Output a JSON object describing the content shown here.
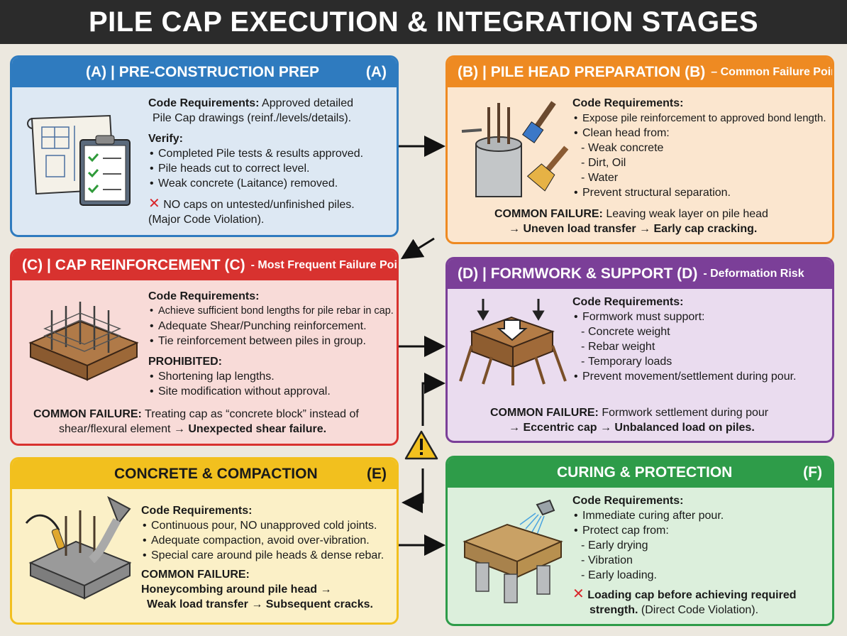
{
  "title": "PILE CAP EXECUTION & INTEGRATION STAGES",
  "colors": {
    "a": "#2f7bbf",
    "b": "#ee8a22",
    "c": "#d8322f",
    "d": "#7b3f98",
    "e": "#f2c01e",
    "f": "#2e9c49"
  },
  "panels": {
    "a": {
      "header_left": "(A) | PRE-CONSTRUCTION PREP",
      "header_right": "(A)",
      "code_label": "Code Requirements:",
      "code_text_1": "Approved detailed",
      "code_text_2": "Pile Cap drawings (reinf./levels/details).",
      "verify_label": "Verify:",
      "verify_items": [
        "Completed Pile tests & results approved.",
        "Pile heads cut to correct level.",
        "Weak concrete (Laitance) removed."
      ],
      "violation_1": "NO caps on untested/unfinished piles.",
      "violation_2": "(Major Code Violation)."
    },
    "b": {
      "header_left": "(B) | PILE HEAD PREPARATION (B)",
      "header_sub": "– Common Failure Point",
      "code_label": "Code Requirements:",
      "items": [
        "Expose pile reinforcement to approved bond length.",
        "Clean head from:"
      ],
      "sub_items": [
        "Weak concrete",
        "Dirt, Oil",
        "Water"
      ],
      "item_last": "Prevent structural separation.",
      "failure_label": "COMMON FAILURE:",
      "failure_text": "Leaving weak layer on pile head",
      "failure_chain": "→ Uneven load transfer → Early cap cracking."
    },
    "c": {
      "header_left": "(C) | CAP REINFORCEMENT (C)",
      "header_sub": "- Most Frequent Failure Point",
      "code_label": "Code Requirements:",
      "items": [
        "Achieve sufficient bond lengths for pile rebar in cap.",
        "Adequate Shear/Punching reinforcement.",
        "Tie reinforcement between piles in group."
      ],
      "prohibited_label": "PROHIBITED:",
      "prohibited_items": [
        "Shortening lap lengths.",
        "Site modification without approval."
      ],
      "failure_label": "COMMON FAILURE:",
      "failure_text": "Treating cap as “concrete block” instead of",
      "failure_text2": "shear/flexural element",
      "failure_chain": "→ Unexpected shear failure."
    },
    "d": {
      "header_left": "(D) | FORMWORK & SUPPORT (D)",
      "header_sub": "- Deformation Risk",
      "code_label": "Code Requirements:",
      "item_first": "Formwork must support:",
      "sub_items": [
        "Concrete weight",
        "Rebar weight",
        "Temporary loads"
      ],
      "item_last": "Prevent movement/settlement during pour.",
      "failure_label": "COMMON FAILURE:",
      "failure_text": "Formwork settlement during pour",
      "failure_chain": "→ Eccentric cap → Unbalanced load on piles."
    },
    "e": {
      "header_left": "CONCRETE & COMPACTION",
      "header_right": "(E)",
      "code_label": "Code Requirements:",
      "items": [
        "Continuous pour, NO unapproved cold joints.",
        "Adequate compaction, avoid over-vibration.",
        "Special care around pile heads & dense rebar."
      ],
      "failure_label": "COMMON FAILURE:",
      "failure_line1": "Honeycombing around pile head →",
      "failure_line2": "Weak load transfer → Subsequent cracks."
    },
    "f": {
      "header_left": "CURING & PROTECTION",
      "header_right": "(F)",
      "code_label": "Code Requirements:",
      "item_first": "Immediate curing after pour.",
      "item_second": "Protect cap from:",
      "sub_items": [
        "Early drying",
        "Vibration",
        "Early loading."
      ],
      "violation_1": "Loading cap before achieving required",
      "violation_2_bold": "strength.",
      "violation_2_rest": "(Direct Code Violation)."
    }
  }
}
